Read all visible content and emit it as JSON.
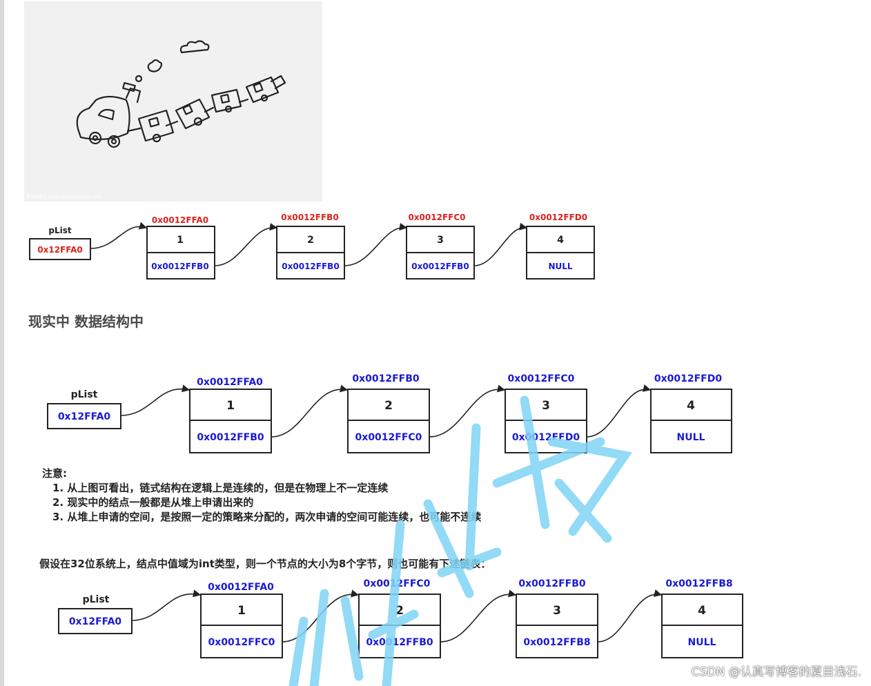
{
  "sketch": {
    "caption": "天天画报网 www.tiantianhuahua.com",
    "icon": "train-sketch-icon"
  },
  "heading": "现实中 数据结构中",
  "diagram1": {
    "plist_label": "pList",
    "plist_value": "0x12FFA0",
    "nodes": [
      {
        "address": "0x0012FFA0",
        "value": "1",
        "next": "0x0012FFB0"
      },
      {
        "address": "0x0012FFB0",
        "value": "2",
        "next": "0x0012FFB0"
      },
      {
        "address": "0x0012FFC0",
        "value": "3",
        "next": "0x0012FFB0"
      },
      {
        "address": "0x0012FFD0",
        "value": "4",
        "next": "NULL"
      }
    ]
  },
  "diagram2": {
    "plist_label": "pList",
    "plist_value": "0x12FFA0",
    "nodes": [
      {
        "address": "0x0012FFA0",
        "value": "1",
        "next": "0x0012FFB0"
      },
      {
        "address": "0x0012FFB0",
        "value": "2",
        "next": "0x0012FFC0"
      },
      {
        "address": "0x0012FFC0",
        "value": "3",
        "next": "0x0012FFD0"
      },
      {
        "address": "0x0012FFD0",
        "value": "4",
        "next": "NULL"
      }
    ]
  },
  "notes": {
    "title": "注意:",
    "items": [
      "1. 从上图可看出，链式结构在逻辑上是连续的，但是在物理上不一定连续",
      "2. 现实中的结点一般都是从堆上申请出来的",
      "3. 从堆上申请的空间，是按照一定的策略来分配的，两次申请的空间可能连续，也可能不连续"
    ]
  },
  "assumption": "假设在32位系统上，结点中值域为int类型，则一个节点的大小为8个字节，则也可能有下述链表：",
  "diagram3": {
    "plist_label": "pList",
    "plist_value": "0x12FFA0",
    "nodes": [
      {
        "address": "0x0012FFA0",
        "value": "1",
        "next": "0x0012FFC0"
      },
      {
        "address": "0x0012FFC0",
        "value": "2",
        "next": "0x0012FFB0"
      },
      {
        "address": "0x0012FFB0",
        "value": "3",
        "next": "0x0012FFB8"
      },
      {
        "address": "0x0012FFB8",
        "value": "4",
        "next": "NULL"
      }
    ]
  },
  "watermark_text": "特科技",
  "csdn_watermark": "CSDN @认真写博客的夏目浅石.",
  "colors": {
    "red": "#d9241c",
    "blue": "#1a1ad6",
    "box_border": "#222222",
    "watermark": "#7fd4f5"
  }
}
